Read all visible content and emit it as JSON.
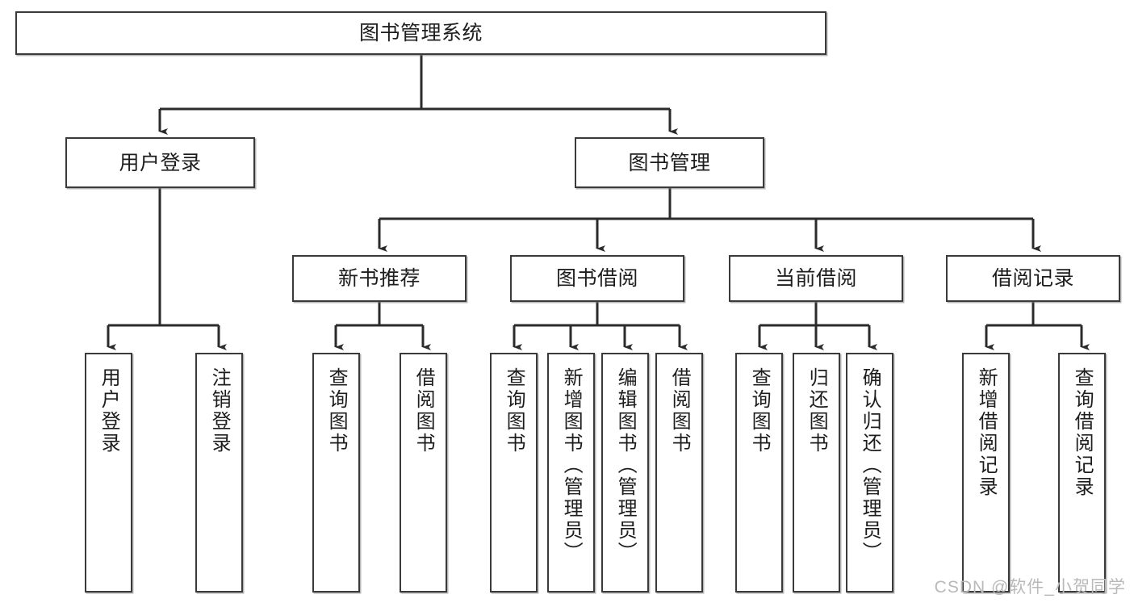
{
  "diagram": {
    "title": "图书管理系统",
    "type": "tree-hierarchy-diagram",
    "colors": {
      "box_border": "#3a3a3a",
      "box_fill": "#ffffff",
      "connector": "#2b2b2b",
      "text": "#1d1d1d",
      "watermark": "#b9b9b9"
    },
    "root": {
      "id": "root",
      "label": "图书管理系统"
    },
    "level1": [
      {
        "id": "user-login",
        "label": "用户登录"
      },
      {
        "id": "book-manage",
        "label": "图书管理"
      }
    ],
    "level2": [
      {
        "id": "new-book-recommend",
        "label": "新书推荐",
        "parent": "book-manage"
      },
      {
        "id": "book-borrow",
        "label": "图书借阅",
        "parent": "book-manage"
      },
      {
        "id": "current-borrow",
        "label": "当前借阅",
        "parent": "book-manage"
      },
      {
        "id": "borrow-record",
        "label": "借阅记录",
        "parent": "book-manage"
      }
    ],
    "leaves": [
      {
        "id": "leaf-user-login",
        "label": "用户登录",
        "parent": "user-login"
      },
      {
        "id": "leaf-logout-login",
        "label": "注销登录",
        "parent": "user-login"
      },
      {
        "id": "leaf-query-book-1",
        "label": "查询图书",
        "parent": "new-book-recommend"
      },
      {
        "id": "leaf-borrow-book-1",
        "label": "借阅图书",
        "parent": "new-book-recommend"
      },
      {
        "id": "leaf-query-book-2",
        "label": "查询图书",
        "parent": "book-borrow"
      },
      {
        "id": "leaf-add-book",
        "label": "新增图书（管理员）",
        "parent": "book-borrow"
      },
      {
        "id": "leaf-edit-book",
        "label": "编辑图书（管理员）",
        "parent": "book-borrow"
      },
      {
        "id": "leaf-borrow-book-2",
        "label": "借阅图书",
        "parent": "book-borrow"
      },
      {
        "id": "leaf-query-book-3",
        "label": "查询图书",
        "parent": "current-borrow"
      },
      {
        "id": "leaf-return-book",
        "label": "归还图书",
        "parent": "current-borrow"
      },
      {
        "id": "leaf-confirm-return",
        "label": "确认归还（管理员）",
        "parent": "current-borrow"
      },
      {
        "id": "leaf-add-record",
        "label": "新增借阅记录",
        "parent": "borrow-record"
      },
      {
        "id": "leaf-query-record",
        "label": "查询借阅记录",
        "parent": "borrow-record"
      }
    ]
  },
  "watermark": {
    "text": "CSDN @软件_小贺同学"
  }
}
